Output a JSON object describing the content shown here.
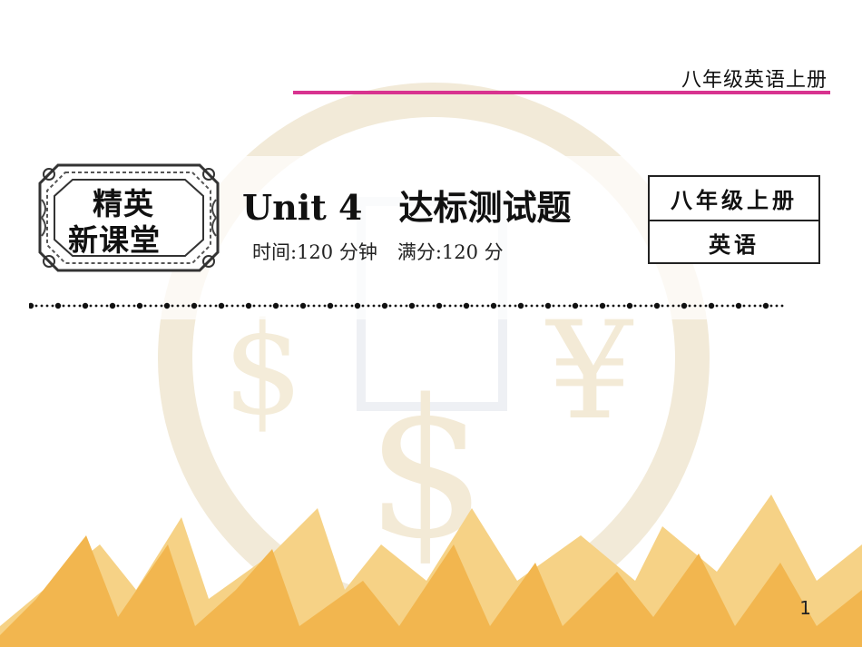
{
  "header": {
    "label": "八年级英语上册"
  },
  "badge": {
    "line1": "精英",
    "line2": "新课堂"
  },
  "title": {
    "unit": "Unit 4",
    "subject": "达标测试题"
  },
  "meta": {
    "time": "时间:120 分钟",
    "score": "满分:120 分"
  },
  "grade_box": {
    "top": "八年级上册",
    "bottom": "英语"
  },
  "page_number": "1",
  "colors": {
    "accent": "#d8338f",
    "mountain": "#f2b64f",
    "watermark": "#efe6cf"
  }
}
